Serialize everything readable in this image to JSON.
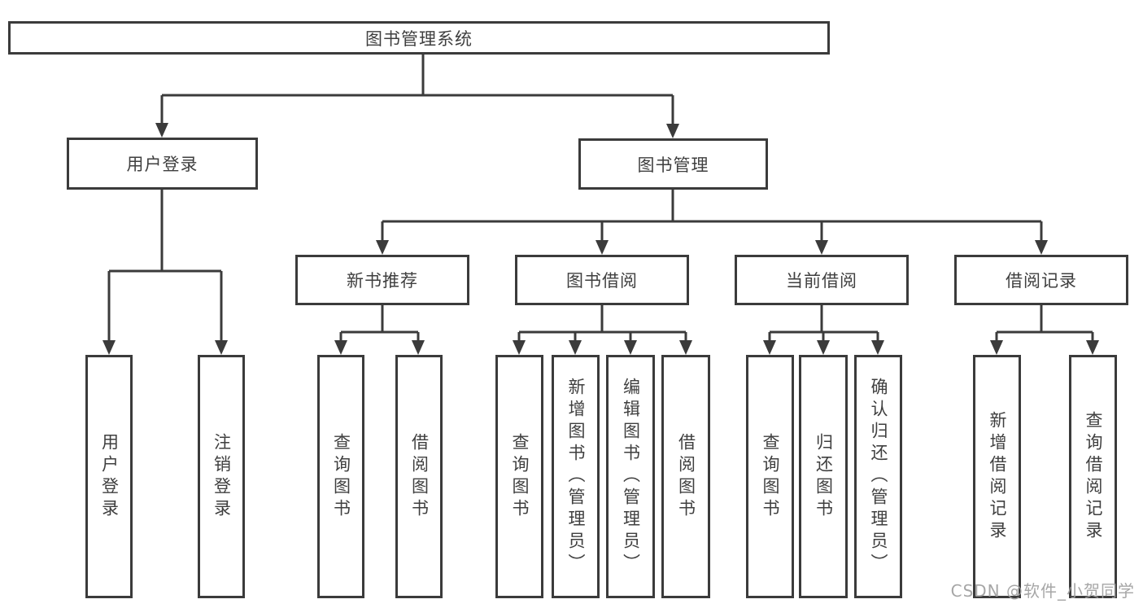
{
  "tree": {
    "title": "图书管理系统",
    "children": [
      {
        "label": "用户登录",
        "children": [
          {
            "label": "用户登录"
          },
          {
            "label": "注销登录"
          }
        ]
      },
      {
        "label": "图书管理",
        "children": [
          {
            "label": "新书推荐",
            "children": [
              {
                "label": "查询图书"
              },
              {
                "label": "借阅图书"
              }
            ]
          },
          {
            "label": "图书借阅",
            "children": [
              {
                "label": "查询图书"
              },
              {
                "label": "新增图书（管理员）"
              },
              {
                "label": "编辑图书（管理员）"
              },
              {
                "label": "借阅图书"
              }
            ]
          },
          {
            "label": "当前借阅",
            "children": [
              {
                "label": "查询图书"
              },
              {
                "label": "归还图书"
              },
              {
                "label": "确认归还（管理员）"
              }
            ]
          },
          {
            "label": "借阅记录",
            "children": [
              {
                "label": "新增借阅记录"
              },
              {
                "label": "查询借阅记录"
              }
            ]
          }
        ]
      }
    ]
  },
  "watermark": {
    "text": "CSDN @软件_小贺同学"
  },
  "colors": {
    "line": "#3b3b3b",
    "text": "#3f3f3f",
    "background": "#ffffff",
    "watermark": "#9e9e9e"
  }
}
